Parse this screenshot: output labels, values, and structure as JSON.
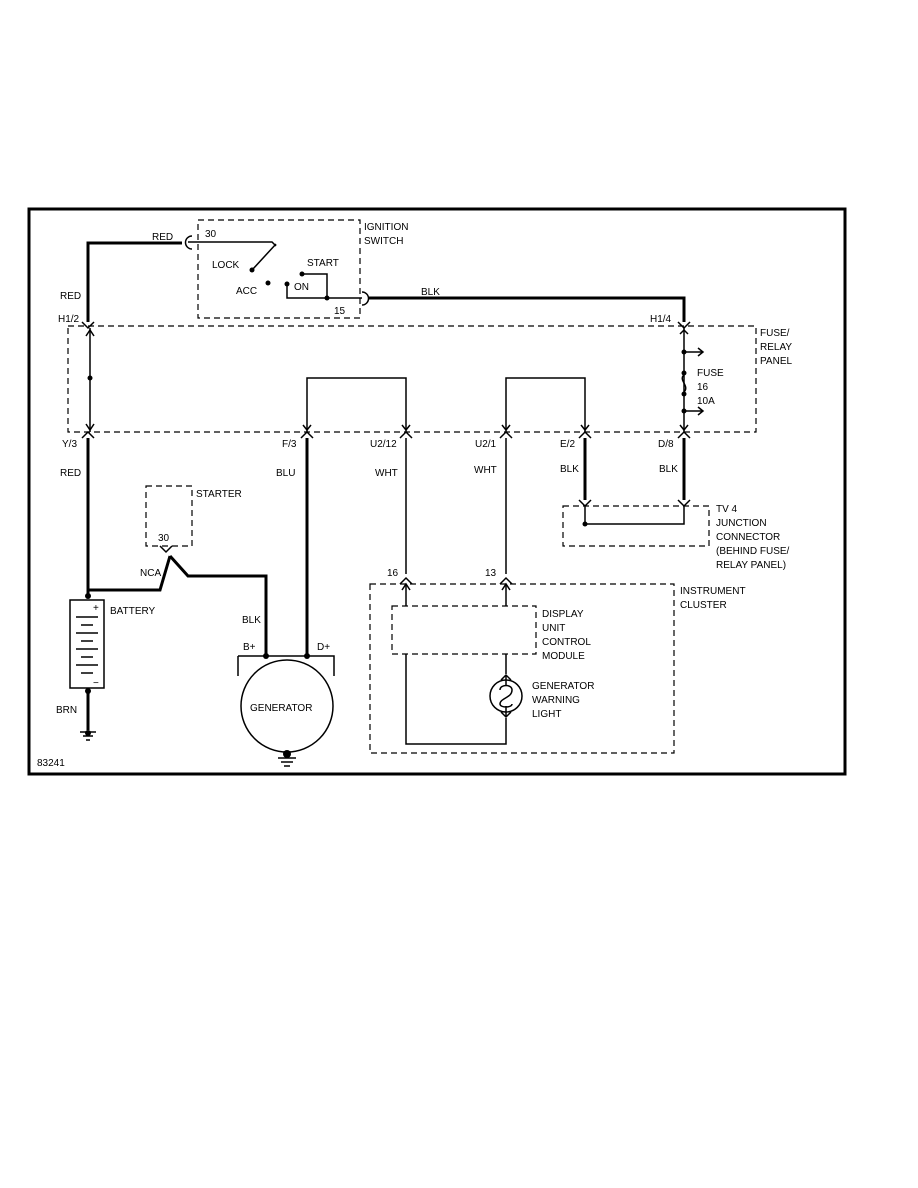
{
  "diagram_id": "83241",
  "components": {
    "ignition_switch": [
      "IGNITION",
      "SWITCH"
    ],
    "switch_positions": {
      "lock": "LOCK",
      "acc": "ACC",
      "on": "ON",
      "start": "START"
    },
    "fuse_relay_panel": [
      "FUSE/",
      "RELAY",
      "PANEL"
    ],
    "fuse": [
      "FUSE",
      "16",
      "10A"
    ],
    "starter": "STARTER",
    "battery": "BATTERY",
    "battery_plus": "+",
    "battery_minus": "−",
    "generator": "GENERATOR",
    "junction_connector": [
      "TV 4",
      "JUNCTION",
      "CONNECTOR",
      "(BEHIND FUSE/",
      "RELAY PANEL)"
    ],
    "instrument_cluster": [
      "INSTRUMENT",
      "CLUSTER"
    ],
    "display_unit": [
      "DISPLAY",
      "UNIT",
      "CONTROL",
      "MODULE"
    ],
    "warning_light": [
      "GENERATOR",
      "WARNING",
      "LIGHT"
    ]
  },
  "terminals": {
    "sw_30": "30",
    "sw_15": "15",
    "h1_2": "H1/2",
    "h1_4": "H1/4",
    "y_3": "Y/3",
    "f_3": "F/3",
    "u2_12": "U2/12",
    "u2_1": "U2/1",
    "e_2": "E/2",
    "d_8": "D/8",
    "starter_30": "30",
    "nca": "NCA",
    "b_plus": "B+",
    "d_plus": "D+",
    "ic_16": "16",
    "ic_13": "13"
  },
  "wires": {
    "red_top": "RED",
    "red_left": "RED",
    "red_lower": "RED",
    "blk_top": "BLK",
    "blu": "BLU",
    "wht_1": "WHT",
    "wht_2": "WHT",
    "blk_e2": "BLK",
    "blk_d8": "BLK",
    "blk_gen": "BLK",
    "brn": "BRN"
  }
}
